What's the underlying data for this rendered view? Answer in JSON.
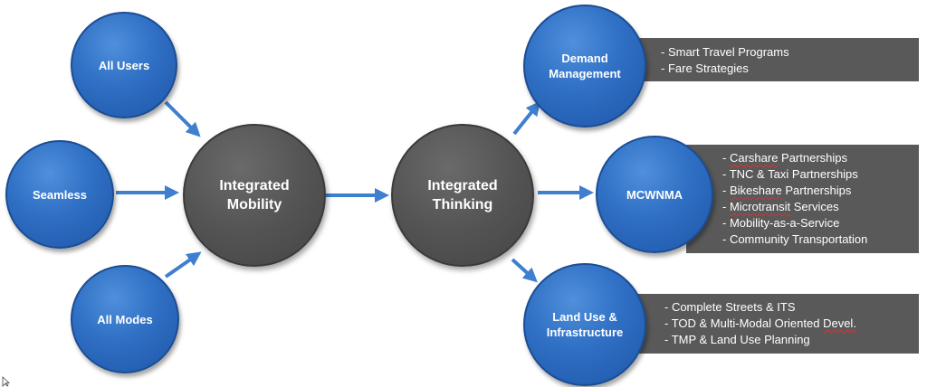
{
  "nodes": {
    "all_users": "All Users",
    "seamless": "Seamless",
    "all_modes": "All Modes",
    "integrated_mobility": [
      "Integrated",
      "Mobility"
    ],
    "integrated_thinking": [
      "Integrated",
      "Thinking"
    ],
    "demand_management": [
      "Demand",
      "Management"
    ],
    "mcwnma": "MCWNMA",
    "land_use": [
      "Land Use &",
      "Infrastructure"
    ]
  },
  "boxes": {
    "demand": [
      "- Smart Travel Programs",
      "- Fare Strategies"
    ],
    "mcwnma": [
      {
        "prefix": "- ",
        "sq": "Carshare",
        "rest": " Partnerships"
      },
      {
        "prefix": "- TNC & Taxi Partnerships",
        "sq": "",
        "rest": ""
      },
      {
        "prefix": "- ",
        "sq": "Bikeshare",
        "rest": " Partnerships"
      },
      {
        "prefix": "- ",
        "sq": "Microtransit",
        "rest": " Services"
      },
      {
        "prefix": "- Mobility-as-a-Service",
        "sq": "",
        "rest": ""
      },
      {
        "prefix": "- Community  Transportation",
        "sq": "",
        "rest": ""
      }
    ],
    "land_use": [
      {
        "prefix": "- Complete Streets & ITS",
        "sq": "",
        "rest": ""
      },
      {
        "prefix": "- TOD & Multi-Modal Oriented  ",
        "sq": "Devel.",
        "rest": ""
      },
      {
        "prefix": "- TMP & Land Use Planning",
        "sq": "",
        "rest": ""
      }
    ]
  },
  "colors": {
    "blue_node": "#2f6fc4",
    "gray_node": "#545454",
    "arrow": "#3f7fd0",
    "box": "#595959"
  }
}
